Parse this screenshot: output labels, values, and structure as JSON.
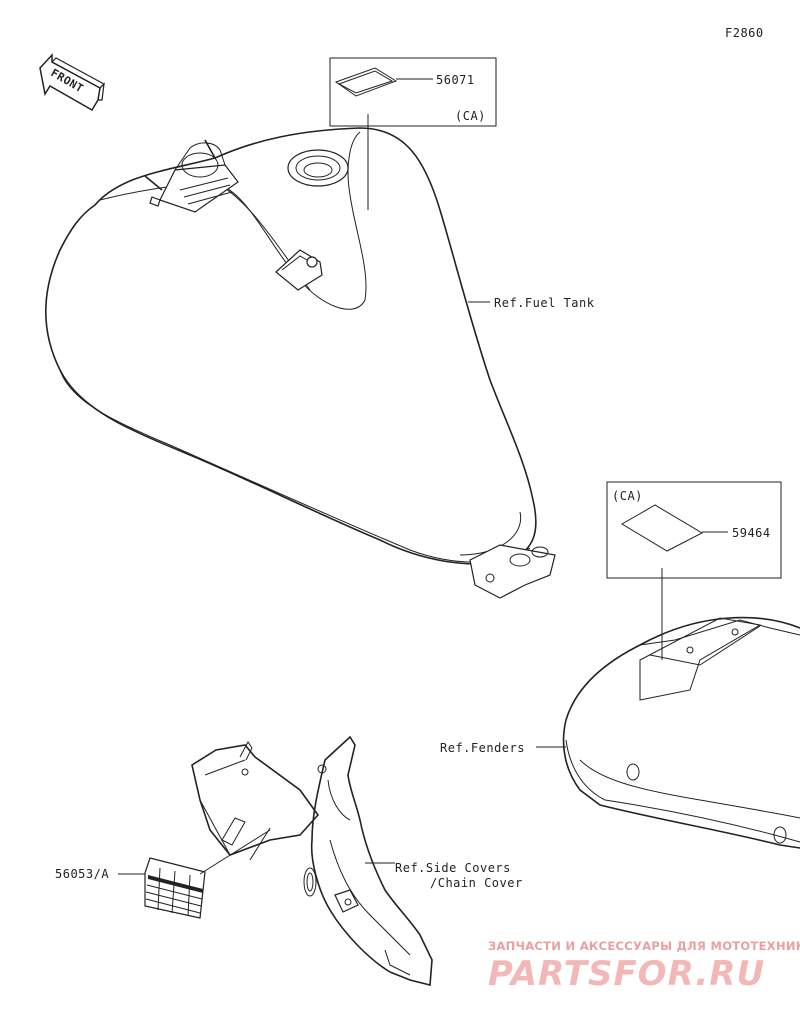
{
  "figure_code": "F2860",
  "front_label": "FRONT",
  "callouts": {
    "part_56071": "56071",
    "ca_1": "(CA)",
    "ref_fuel_tank": "Ref.Fuel Tank",
    "ca_2": "(CA)",
    "part_59464": "59464",
    "ref_fenders": "Ref.Fenders",
    "part_56053": "56053/A",
    "ref_side_covers_1": "Ref.Side Covers",
    "ref_side_covers_2": "/Chain Cover"
  },
  "watermark": {
    "tagline": "ЗАПЧАСТИ И АКСЕССУАРЫ ДЛЯ МОТОТЕХНИКИ",
    "brand": "PARTSFOR.RU"
  }
}
